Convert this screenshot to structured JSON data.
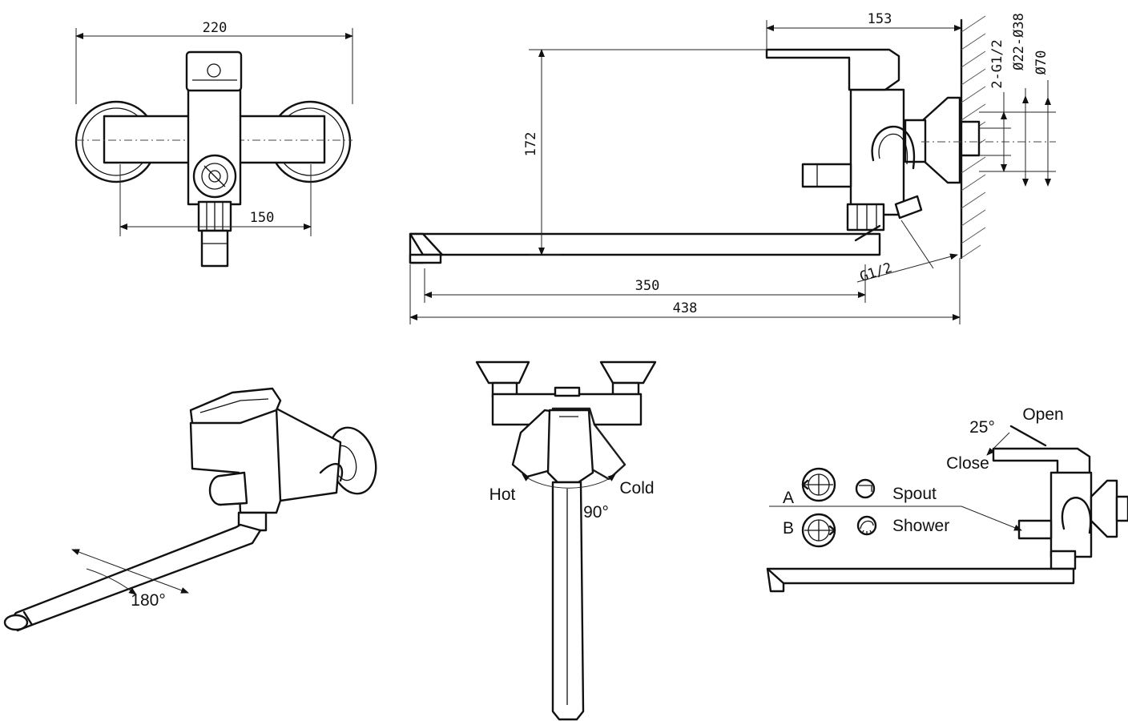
{
  "dimensions": {
    "width_220": "220",
    "spacing_150": "150",
    "height_172": "172",
    "projection_153": "153",
    "spout_350": "350",
    "total_438": "438",
    "thread_g12": "G1/2",
    "thread_2g12": "2-G1/2",
    "dia_22": "Ø22-Ø38",
    "dia_70": "Ø70"
  },
  "rotation": {
    "spout_angle": "180°",
    "handle_angle": "90°",
    "lever_angle": "25°"
  },
  "temperature": {
    "hot": "Hot",
    "cold": "Cold"
  },
  "lever": {
    "open": "Open",
    "close": "Close"
  },
  "diverter": {
    "a_letter": "A",
    "a_label": "Spout",
    "b_letter": "B",
    "b_label": "Shower"
  }
}
